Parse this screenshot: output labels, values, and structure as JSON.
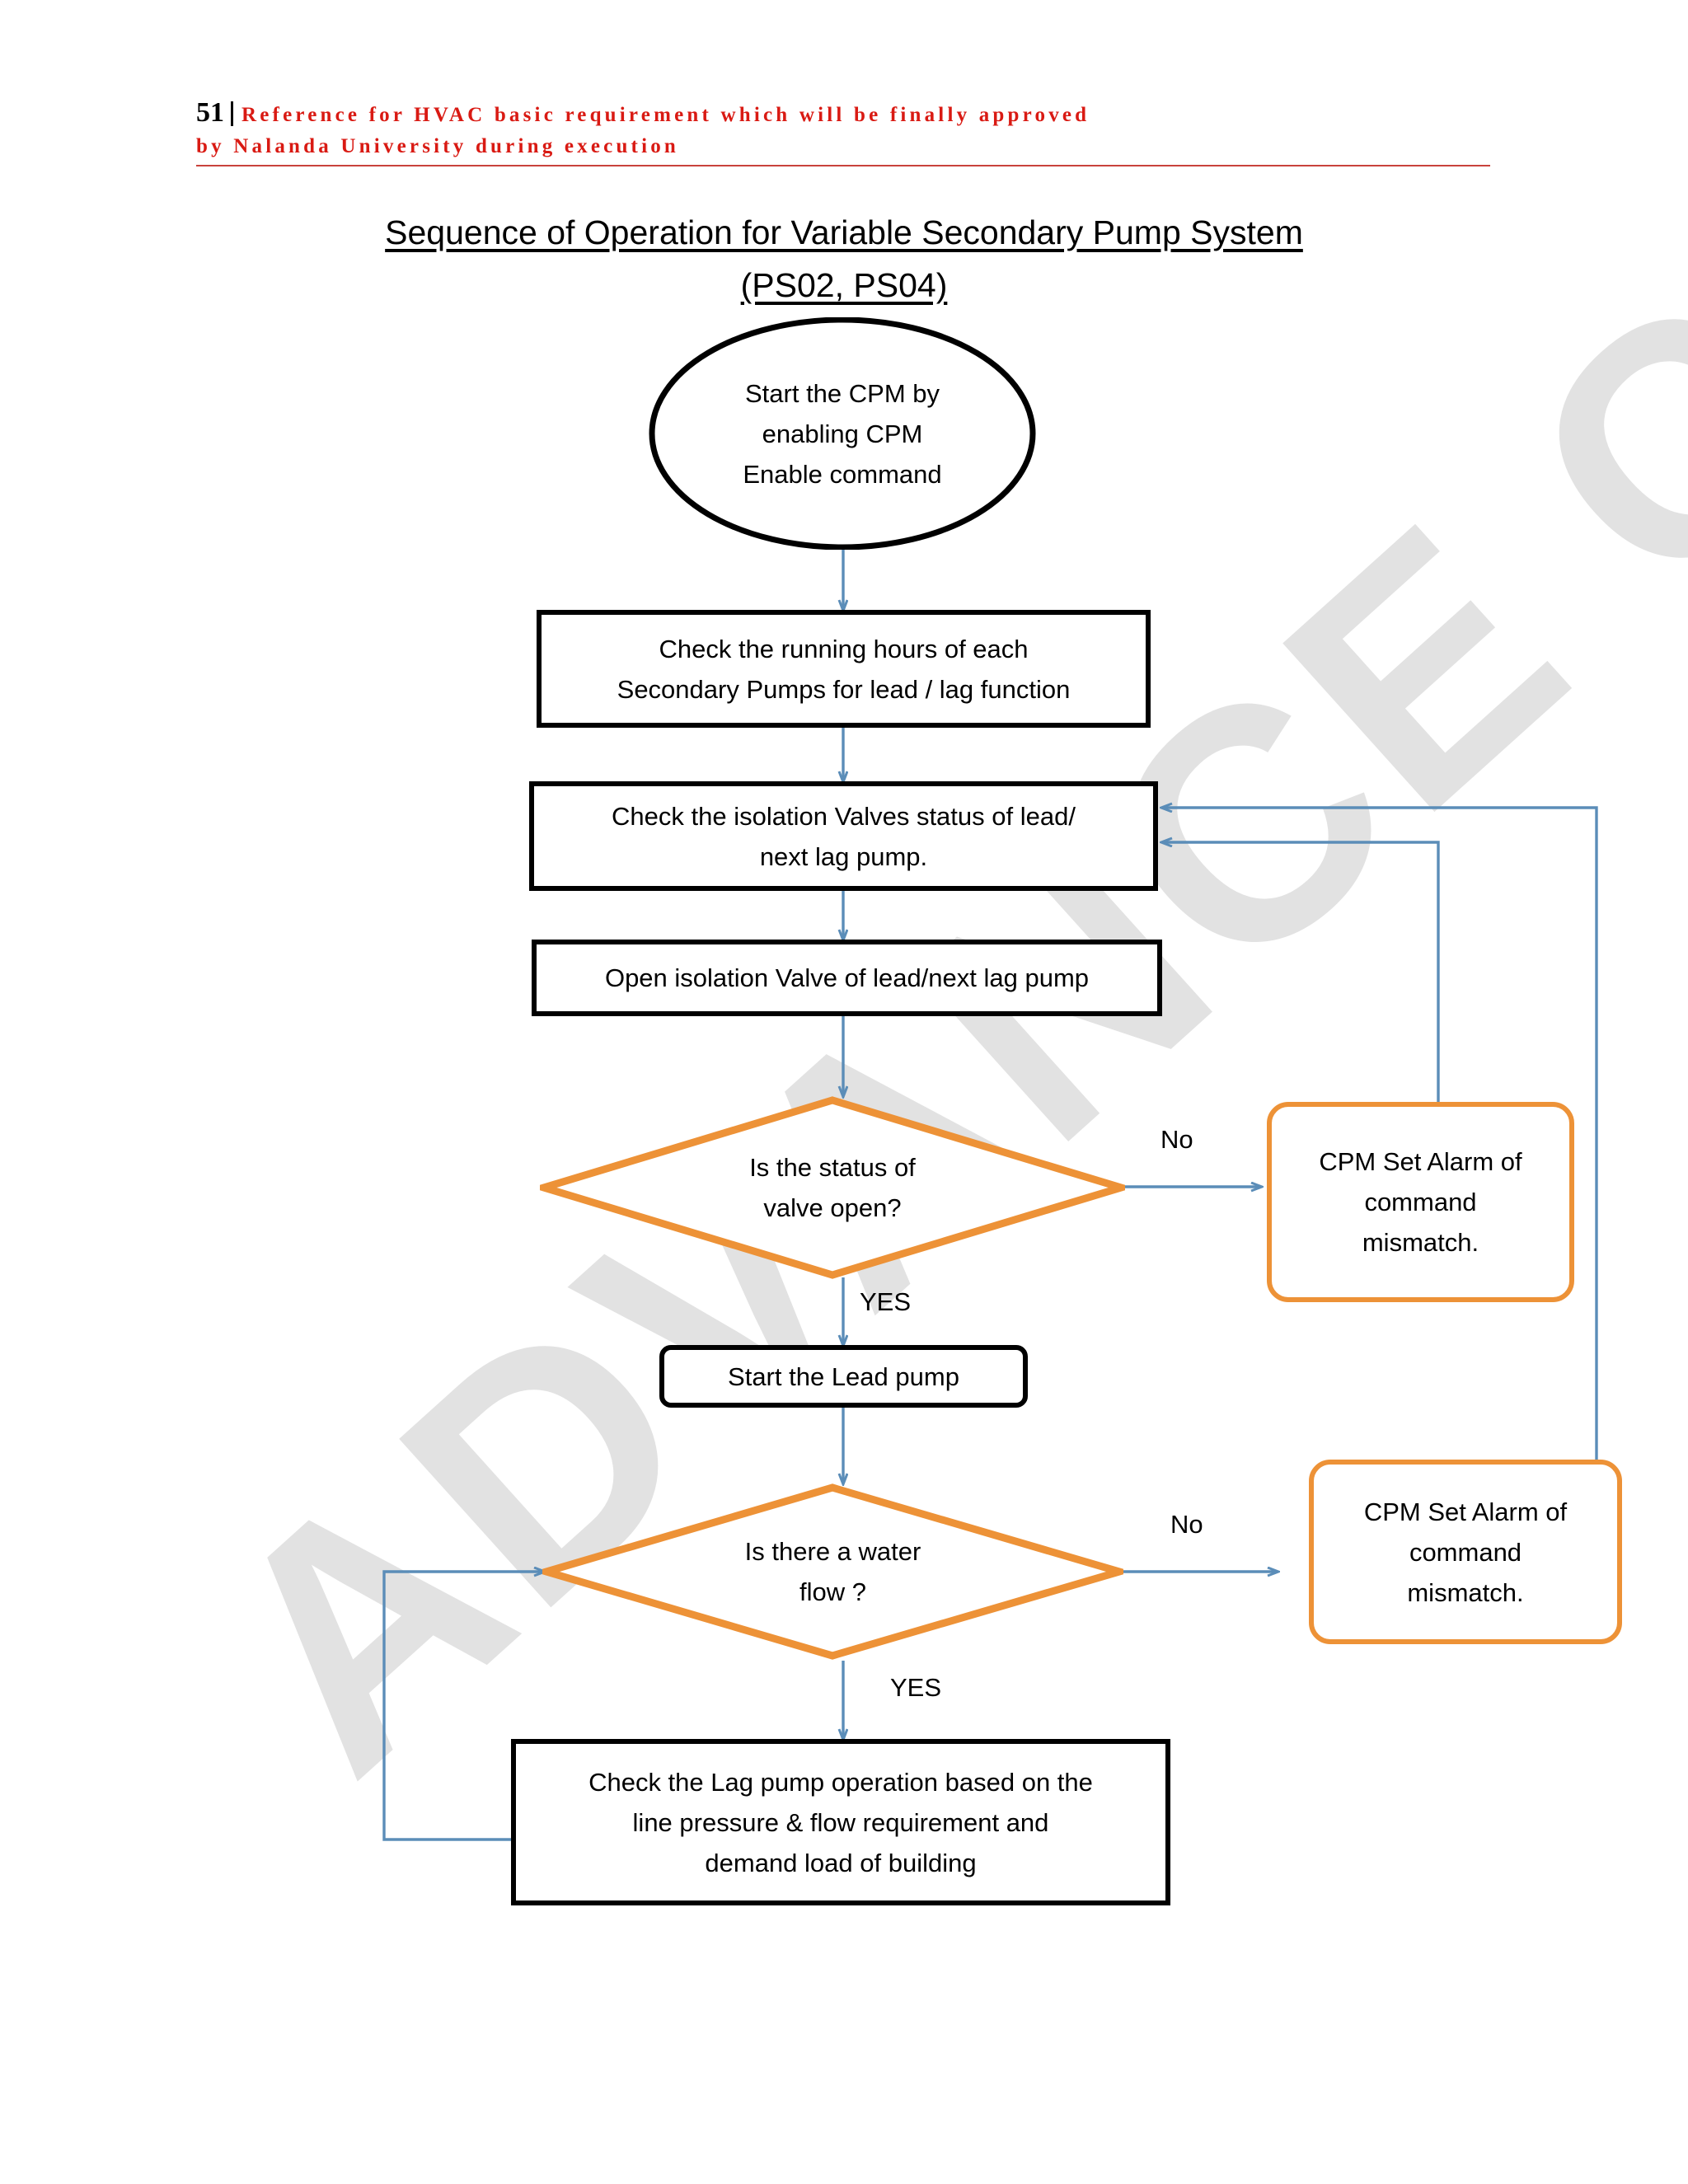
{
  "header": {
    "page_number": "51",
    "line1": "Reference for HVAC basic requirement which will be finally approved",
    "line2": "by Nalanda University during execution"
  },
  "watermark": {
    "text": "ADVANCE COPY"
  },
  "title": {
    "line1": "Sequence of Operation for Variable Secondary Pump System",
    "line2": "(PS02, PS04)"
  },
  "colors": {
    "header_text": "#D91A13",
    "process_border": "#000000",
    "decision_border": "#ED9237",
    "alarm_border": "#ED9237",
    "connector": "#5B8DB8",
    "watermark": "#E2E2E2"
  },
  "chart_data": {
    "type": "flowchart",
    "title": "Sequence of Operation for Variable Secondary Pump System (PS02, PS04)",
    "nodes": [
      {
        "id": "start",
        "shape": "ellipse",
        "text": "Start the CPM by\nenabling CPM\nEnable command"
      },
      {
        "id": "check_hours",
        "shape": "process",
        "text": "Check the running hours of each\nSecondary Pumps for lead / lag function"
      },
      {
        "id": "check_valve",
        "shape": "process",
        "text": "Check the isolation Valves status of lead/\nnext lag pump."
      },
      {
        "id": "open_valve",
        "shape": "process",
        "text": "Open isolation Valve of lead/next lag pump"
      },
      {
        "id": "d_valve",
        "shape": "decision",
        "text": "Is the status of\nvalve open?"
      },
      {
        "id": "alarm1",
        "shape": "rounded-alarm",
        "text": "CPM Set Alarm of\ncommand\nmismatch."
      },
      {
        "id": "lead_pump",
        "shape": "process-rounded",
        "text": "Start the Lead pump"
      },
      {
        "id": "d_flow",
        "shape": "decision",
        "text": "Is there a water\nflow ?"
      },
      {
        "id": "alarm2",
        "shape": "rounded-alarm",
        "text": "CPM Set Alarm of\ncommand\nmismatch."
      },
      {
        "id": "lag_pump",
        "shape": "process",
        "text": "Check the Lag pump operation based on the\nline pressure & flow requirement and\ndemand load of building"
      }
    ],
    "edges": [
      {
        "from": "start",
        "to": "check_hours",
        "label": ""
      },
      {
        "from": "check_hours",
        "to": "check_valve",
        "label": ""
      },
      {
        "from": "check_valve",
        "to": "open_valve",
        "label": ""
      },
      {
        "from": "open_valve",
        "to": "d_valve",
        "label": ""
      },
      {
        "from": "d_valve",
        "to": "alarm1",
        "label": "No"
      },
      {
        "from": "d_valve",
        "to": "lead_pump",
        "label": "YES"
      },
      {
        "from": "lead_pump",
        "to": "d_flow",
        "label": ""
      },
      {
        "from": "d_flow",
        "to": "alarm2",
        "label": "No"
      },
      {
        "from": "d_flow",
        "to": "lag_pump",
        "label": "YES"
      },
      {
        "from": "alarm1",
        "to": "check_valve",
        "label": ""
      },
      {
        "from": "alarm2",
        "to": "check_valve",
        "label": ""
      },
      {
        "from": "lag_pump",
        "to": "d_flow",
        "label": ""
      }
    ]
  },
  "labels": {
    "no_1": "No",
    "yes_1": "YES",
    "no_2": "No",
    "yes_2": "YES"
  },
  "nodes": {
    "start": "Start the CPM by\nenabling CPM\nEnable command",
    "check_hours": "Check the running hours of each\nSecondary Pumps for lead / lag function",
    "check_valve": "Check the isolation Valves status of lead/\nnext lag pump.",
    "open_valve": "Open isolation Valve of lead/next lag pump",
    "d_valve": "Is the status of\nvalve open?",
    "alarm1": "CPM Set Alarm of\ncommand\nmismatch.",
    "lead_pump": "Start the Lead pump",
    "d_flow": "Is there a water\nflow ?",
    "alarm2": "CPM Set Alarm of\ncommand\nmismatch.",
    "lag_pump": "Check the Lag pump operation based on the\nline pressure & flow requirement and\ndemand load of building"
  }
}
